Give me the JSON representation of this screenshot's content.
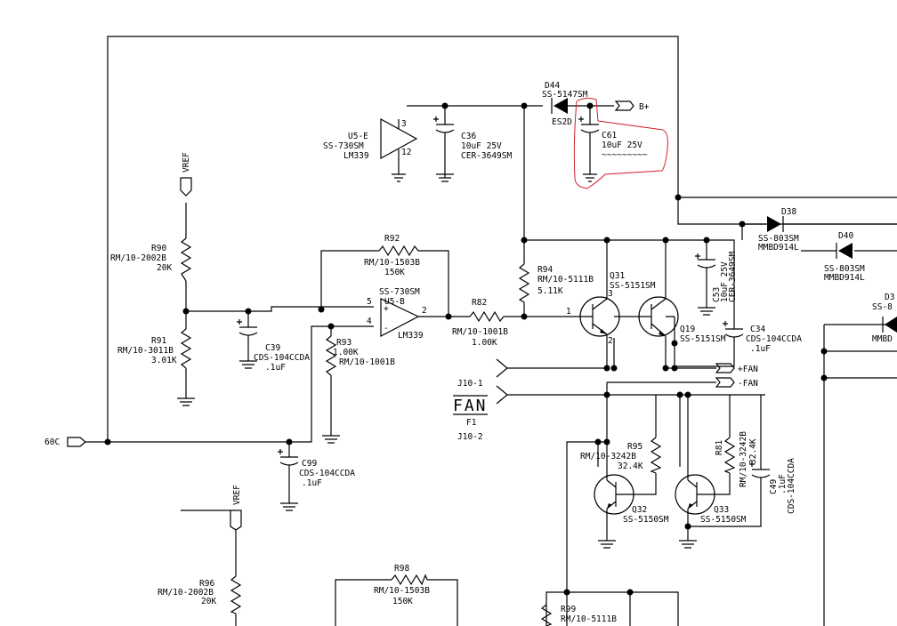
{
  "diagram": {
    "nets": {
      "vref_top": "VREF",
      "vref_bottom": "VREF",
      "node_60c": "60C",
      "bplus": "B+",
      "fan_pos": "+FAN",
      "fan_neg": "-FAN"
    },
    "connector": {
      "pin1": "J10-1",
      "pin2": "J10-2",
      "name": "FAN",
      "fuse": "F1"
    },
    "components": {
      "u5e": {
        "ref": "U5-E",
        "part": "SS-730SM",
        "type": "LM339",
        "pin_a": "3",
        "pin_b": "12"
      },
      "c36": {
        "ref": "C36",
        "value": "10uF  25V",
        "part": "CER-3649SM"
      },
      "d44": {
        "ref": "D44",
        "part": "SS-5147SM",
        "type": "ES2D"
      },
      "c61": {
        "ref": "C61",
        "value": "10uF  25V",
        "extra": "~~~~~~~~~"
      },
      "r90": {
        "ref": "R90",
        "part": "RM/10-2002B",
        "value": "20K"
      },
      "r91": {
        "ref": "R91",
        "part": "RM/10-3011B",
        "value": "3.01K"
      },
      "c39": {
        "ref": "C39",
        "part": "CDS-104CCDA",
        "value": ".1uF"
      },
      "r92": {
        "ref": "R92",
        "part": "RM/10-1503B",
        "value": "150K"
      },
      "u5b": {
        "ref": "U5-B",
        "part": "SS-730SM",
        "type": "LM339",
        "pin_p": "5",
        "pin_n": "4",
        "pin_out": "2",
        "plus": "+",
        "minus": "-"
      },
      "r93": {
        "ref": "R93",
        "value": "1.00K",
        "part": "RM/10-1001B"
      },
      "r82": {
        "ref": "R82",
        "part": "RM/10-1001B",
        "value": "1.00K"
      },
      "r94": {
        "ref": "R94",
        "part": "RM/10-5111B",
        "value": "5.11K"
      },
      "q31": {
        "ref": "Q31",
        "part": "SS-5151SM",
        "pin1": "1",
        "pin2": "2",
        "pin3": "3"
      },
      "q19": {
        "ref": "Q19",
        "part": "SS-5151SM"
      },
      "c53": {
        "ref": "C53",
        "value": "10uF 25V",
        "part": "CER-3649SM"
      },
      "c34": {
        "ref": "C34",
        "part": "CDS-104CCDA",
        "value": ".1uF"
      },
      "d38": {
        "ref": "D38",
        "part": "SS-803SM",
        "type": "MMBD914L"
      },
      "d40": {
        "ref": "D40",
        "part": "SS-803SM",
        "type": "MMBD914L"
      },
      "d3x": {
        "ref": "D3",
        "part": "SS-8",
        "type": "MMBD"
      },
      "c99": {
        "ref": "C99",
        "part": "CDS-104CCDA",
        "value": ".1uF"
      },
      "r95": {
        "ref": "R95",
        "part": "RM/10-3242B",
        "value": "32.4K"
      },
      "r81": {
        "ref": "R81",
        "part": "RM/10-3242B",
        "value": "32.4K"
      },
      "c49": {
        "ref": "C49",
        "value": ".1uF",
        "part": "CDS-104CCDA"
      },
      "q32": {
        "ref": "Q32",
        "part": "SS-5150SM"
      },
      "q33": {
        "ref": "Q33",
        "part": "SS-5150SM"
      },
      "r96": {
        "ref": "R96",
        "part": "RM/10-2002B",
        "value": "20K"
      },
      "r98": {
        "ref": "R98",
        "part": "RM/10-1503B",
        "value": "150K"
      },
      "r99": {
        "ref": "R99",
        "part": "RM/10-5111B"
      }
    },
    "colors": {
      "ink": "#000000",
      "highlight": "#d0202a"
    }
  }
}
